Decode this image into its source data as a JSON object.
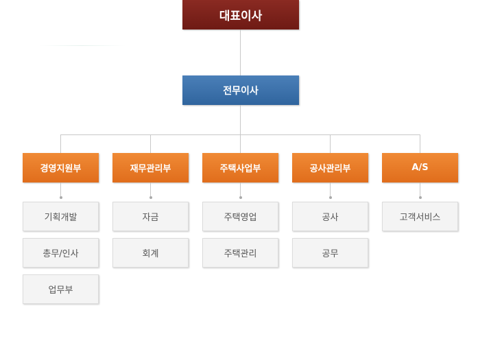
{
  "ceo": "대표이사",
  "executive": "전무이사",
  "departments": [
    {
      "name": "경영지원부",
      "teams": [
        "기획개발",
        "총무/인사",
        "업무부"
      ]
    },
    {
      "name": "재무관리부",
      "teams": [
        "자금",
        "회계"
      ]
    },
    {
      "name": "주택사업부",
      "teams": [
        "주택영업",
        "주택관리"
      ]
    },
    {
      "name": "공사관리부",
      "teams": [
        "공사",
        "공무"
      ]
    },
    {
      "name": "A/S",
      "teams": [
        "고객서비스"
      ]
    }
  ]
}
